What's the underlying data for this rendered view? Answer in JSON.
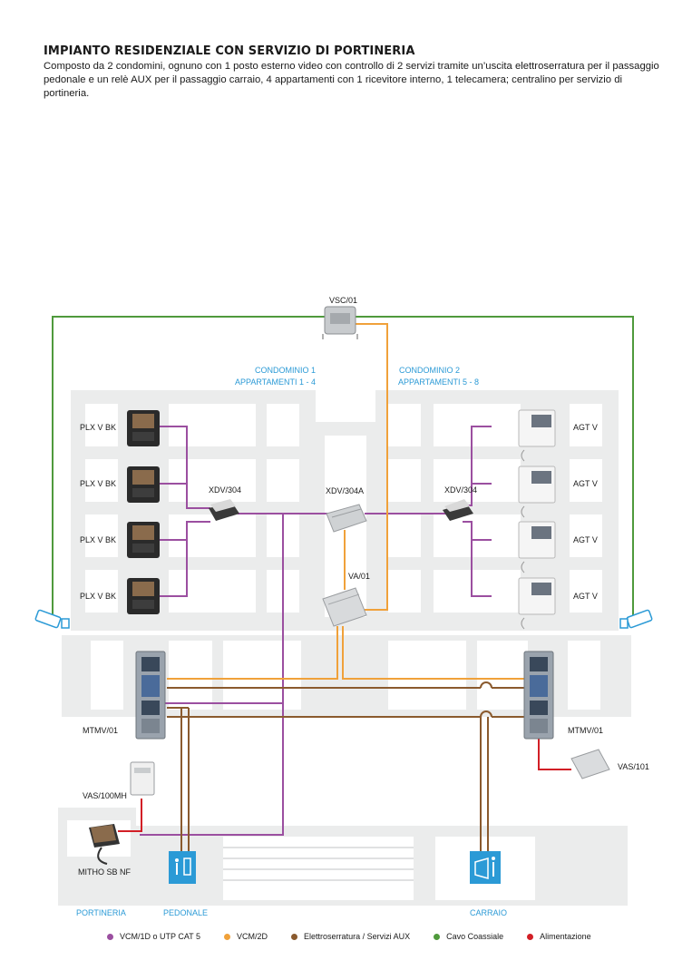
{
  "header": {
    "title": "IMPIANTO RESIDENZIALE CON SERVIZIO DI PORTINERIA",
    "description": "Composto da 2 condomini, ognuno con 1 posto esterno video con controllo di 2 servizi tramite un’uscita elettroserratura per il passaggio pedonale e un relè AUX per il passaggio carraio, 4 appartamenti con 1 ricevitore interno, 1 telecamera; centralino per servizio di portineria."
  },
  "zones": {
    "condominio1_title": "CONDOMINIO 1",
    "condominio1_sub": "APPARTAMENTI 1 - 4",
    "condominio2_title": "CONDOMINIO 2",
    "condominio2_sub": "APPARTAMENTI 5 - 8",
    "portineria": "PORTINERIA",
    "pedonale": "PEDONALE",
    "carraio": "CARRAIO"
  },
  "devices": {
    "vsc": "VSC/01",
    "left_monitors": [
      "PLX V BK",
      "PLX V BK",
      "PLX V BK",
      "PLX V BK"
    ],
    "right_monitors": [
      "AGT V",
      "AGT V",
      "AGT V",
      "AGT V"
    ],
    "xdv_left": "XDV/304",
    "xdv_center": "XDV/304A",
    "xdv_right": "XDV/304",
    "va": "VA/01",
    "mtmv_left": "MTMV/01",
    "mtmv_right": "MTMV/01",
    "vas101": "VAS/101",
    "vas100mh": "VAS/100MH",
    "mitho": "MITHO SB NF"
  },
  "legend": [
    {
      "label": "VCM/1D o UTP CAT 5",
      "color": "#9b4fa0"
    },
    {
      "label": "VCM/2D",
      "color": "#f0a13a"
    },
    {
      "label": "Elettroserratura / Servizi AUX",
      "color": "#8a5a2e"
    },
    {
      "label": "Cavo Coassiale",
      "color": "#4f9a3c"
    },
    {
      "label": "Alimentazione",
      "color": "#d21f26"
    }
  ],
  "colors": {
    "purple": "#9b4fa0",
    "orange": "#f0a13a",
    "brown": "#8a5a2e",
    "green": "#4f9a3c",
    "red": "#d21f26",
    "blue": "#2b9ad6",
    "building": "#e9eaeb"
  }
}
